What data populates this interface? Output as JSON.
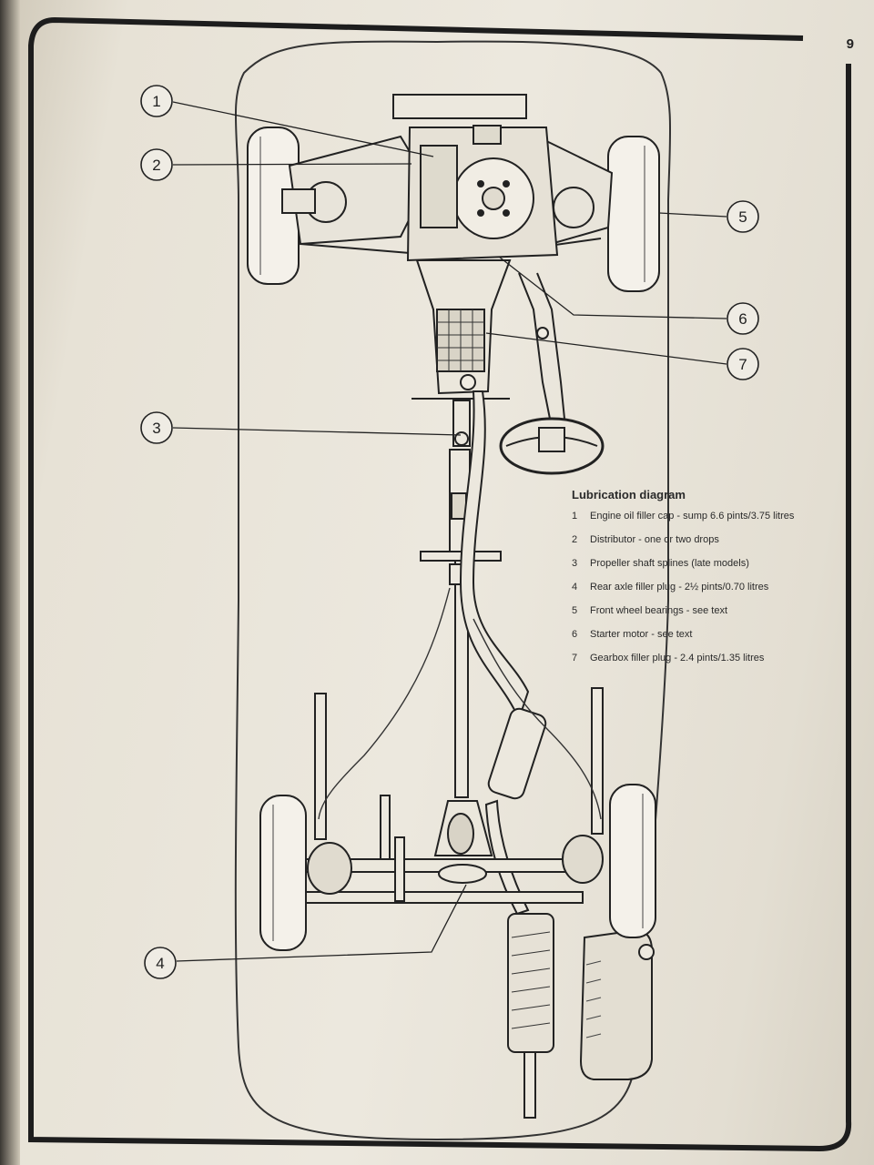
{
  "page_number": "9",
  "callouts": [
    "1",
    "2",
    "3",
    "4",
    "5",
    "6",
    "7"
  ],
  "legend": {
    "title": "Lubrication diagram",
    "items": [
      {
        "num": "1",
        "text": "Engine oil filler cap - sump 6.6 pints/3.75 litres"
      },
      {
        "num": "2",
        "text": "Distributor - one or two drops"
      },
      {
        "num": "3",
        "text": "Propeller shaft splines (late models)"
      },
      {
        "num": "4",
        "text": "Rear axle filler plug - 2½ pints/0.70 litres"
      },
      {
        "num": "5",
        "text": "Front wheel bearings - see text"
      },
      {
        "num": "6",
        "text": "Starter motor - see text"
      },
      {
        "num": "7",
        "text": "Gearbox filler plug - 2.4 pints/1.35 litres"
      }
    ]
  }
}
